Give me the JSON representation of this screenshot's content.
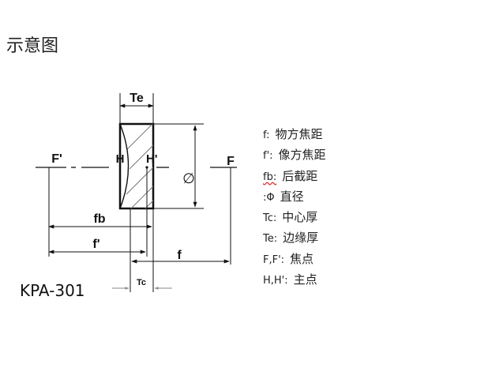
{
  "title": "示意图",
  "model": "KPA-301",
  "diagram": {
    "labels": {
      "te": "Te",
      "tc": "Tc",
      "h": "H",
      "h_prime": "H'",
      "f_prime_left": "F'",
      "f_right": "F",
      "diameter": "∅",
      "fb": "fb",
      "f_prime_dim": "f'",
      "f_dim": "f"
    }
  },
  "legend": [
    {
      "symbol": "f:",
      "text": "物方焦距"
    },
    {
      "symbol": "f':",
      "text": "像方焦距"
    },
    {
      "symbol": "fb:",
      "text": "后截距"
    },
    {
      "symbol": ":Φ",
      "text": "直径"
    },
    {
      "symbol": "Tc:",
      "text": "中心厚"
    },
    {
      "symbol": "Te:",
      "text": "边缘厚"
    },
    {
      "symbol": "F,F':",
      "text": "焦点"
    },
    {
      "symbol": "H,H':",
      "text": "主点"
    }
  ]
}
